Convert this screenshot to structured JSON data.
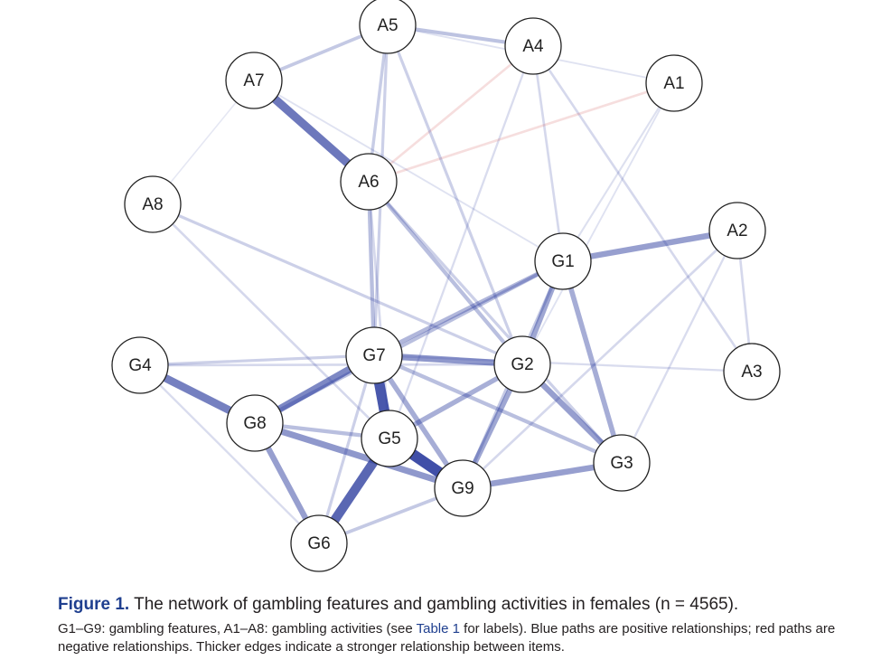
{
  "nodes": [
    {
      "id": "A5",
      "label": "A5"
    },
    {
      "id": "A4",
      "label": "A4"
    },
    {
      "id": "A1",
      "label": "A1"
    },
    {
      "id": "A7",
      "label": "A7"
    },
    {
      "id": "A6",
      "label": "A6"
    },
    {
      "id": "A8",
      "label": "A8"
    },
    {
      "id": "A2",
      "label": "A2"
    },
    {
      "id": "G1",
      "label": "G1"
    },
    {
      "id": "G4",
      "label": "G4"
    },
    {
      "id": "G7",
      "label": "G7"
    },
    {
      "id": "G2",
      "label": "G2"
    },
    {
      "id": "A3",
      "label": "A3"
    },
    {
      "id": "G8",
      "label": "G8"
    },
    {
      "id": "G5",
      "label": "G5"
    },
    {
      "id": "G3",
      "label": "G3"
    },
    {
      "id": "G9",
      "label": "G9"
    },
    {
      "id": "G6",
      "label": "G6"
    }
  ],
  "edges": [
    {
      "source": "G5",
      "target": "G9",
      "sign": "positive",
      "strength": 1.0
    },
    {
      "source": "G7",
      "target": "G5",
      "sign": "positive",
      "strength": 0.95
    },
    {
      "source": "G5",
      "target": "G6",
      "sign": "positive",
      "strength": 0.85
    },
    {
      "source": "A7",
      "target": "A6",
      "sign": "positive",
      "strength": 0.75
    },
    {
      "source": "G4",
      "target": "G8",
      "sign": "positive",
      "strength": 0.7
    },
    {
      "source": "G8",
      "target": "G7",
      "sign": "positive",
      "strength": 0.65
    },
    {
      "source": "G8",
      "target": "G9",
      "sign": "positive",
      "strength": 0.55
    },
    {
      "source": "G8",
      "target": "G6",
      "sign": "positive",
      "strength": 0.5
    },
    {
      "source": "G7",
      "target": "G2",
      "sign": "positive",
      "strength": 0.55
    },
    {
      "source": "G2",
      "target": "G3",
      "sign": "positive",
      "strength": 0.5
    },
    {
      "source": "G3",
      "target": "G9",
      "sign": "positive",
      "strength": 0.5
    },
    {
      "source": "G1",
      "target": "A2",
      "sign": "positive",
      "strength": 0.5
    },
    {
      "source": "G1",
      "target": "G2",
      "sign": "positive",
      "strength": 0.45
    },
    {
      "source": "G1",
      "target": "G3",
      "sign": "positive",
      "strength": 0.42
    },
    {
      "source": "G2",
      "target": "G9",
      "sign": "positive",
      "strength": 0.45
    },
    {
      "source": "G7",
      "target": "G9",
      "sign": "positive",
      "strength": 0.42
    },
    {
      "source": "G5",
      "target": "G2",
      "sign": "positive",
      "strength": 0.4
    },
    {
      "source": "G7",
      "target": "G1",
      "sign": "positive",
      "strength": 0.35
    },
    {
      "source": "A6",
      "target": "G2",
      "sign": "positive",
      "strength": 0.3
    },
    {
      "source": "A6",
      "target": "G7",
      "sign": "positive",
      "strength": 0.3
    },
    {
      "source": "A7",
      "target": "A5",
      "sign": "positive",
      "strength": 0.25
    },
    {
      "source": "A5",
      "target": "A4",
      "sign": "positive",
      "strength": 0.28
    },
    {
      "source": "A5",
      "target": "A6",
      "sign": "positive",
      "strength": 0.22
    },
    {
      "source": "A5",
      "target": "G7",
      "sign": "positive",
      "strength": 0.2
    },
    {
      "source": "A5",
      "target": "G2",
      "sign": "positive",
      "strength": 0.2
    },
    {
      "source": "A4",
      "target": "G1",
      "sign": "positive",
      "strength": 0.15
    },
    {
      "source": "A4",
      "target": "A3",
      "sign": "positive",
      "strength": 0.15
    },
    {
      "source": "A4",
      "target": "G5",
      "sign": "positive",
      "strength": 0.12
    },
    {
      "source": "A1",
      "target": "G1",
      "sign": "positive",
      "strength": 0.1
    },
    {
      "source": "A1",
      "target": "G2",
      "sign": "positive",
      "strength": 0.08
    },
    {
      "source": "A2",
      "target": "A3",
      "sign": "positive",
      "strength": 0.15
    },
    {
      "source": "A2",
      "target": "G9",
      "sign": "positive",
      "strength": 0.15
    },
    {
      "source": "A2",
      "target": "G3",
      "sign": "positive",
      "strength": 0.12
    },
    {
      "source": "A3",
      "target": "G7",
      "sign": "positive",
      "strength": 0.12
    },
    {
      "source": "A8",
      "target": "G2",
      "sign": "positive",
      "strength": 0.2
    },
    {
      "source": "A8",
      "target": "G5",
      "sign": "positive",
      "strength": 0.15
    },
    {
      "source": "G4",
      "target": "G7",
      "sign": "positive",
      "strength": 0.2
    },
    {
      "source": "G4",
      "target": "G2",
      "sign": "positive",
      "strength": 0.15
    },
    {
      "source": "G4",
      "target": "G6",
      "sign": "positive",
      "strength": 0.12
    },
    {
      "source": "G8",
      "target": "G5",
      "sign": "positive",
      "strength": 0.3
    },
    {
      "source": "G6",
      "target": "G9",
      "sign": "positive",
      "strength": 0.25
    },
    {
      "source": "G6",
      "target": "G7",
      "sign": "positive",
      "strength": 0.2
    },
    {
      "source": "G1",
      "target": "G8",
      "sign": "positive",
      "strength": 0.3
    },
    {
      "source": "G1",
      "target": "G9",
      "sign": "positive",
      "strength": 0.25
    },
    {
      "source": "G7",
      "target": "G3",
      "sign": "positive",
      "strength": 0.3
    },
    {
      "source": "A6",
      "target": "G3",
      "sign": "positive",
      "strength": 0.2
    },
    {
      "source": "A6",
      "target": "G5",
      "sign": "positive",
      "strength": 0.15
    },
    {
      "source": "A7",
      "target": "G1",
      "sign": "positive",
      "strength": 0.08
    },
    {
      "source": "A6",
      "target": "A1",
      "sign": "negative",
      "strength": 0.15
    },
    {
      "source": "A4",
      "target": "A6",
      "sign": "negative",
      "strength": 0.15
    },
    {
      "source": "A5",
      "target": "A1",
      "sign": "positive",
      "strength": 0.08
    },
    {
      "source": "A8",
      "target": "A7",
      "sign": "positive",
      "strength": 0.05
    }
  ],
  "colors": {
    "positive": "#2b3c9e",
    "negative": "#d45a5a",
    "node_fill": "#ffffff",
    "node_stroke": "#222222",
    "caption_accent": "#1f3f8f"
  },
  "caption": {
    "figure_label": "Figure 1.",
    "title": " The network of gambling features and gambling activities in females (n = 4565).",
    "subtitle_before_link": "G1–G9: gambling features, A1–A8: gambling activities (see ",
    "subtitle_link": "Table 1",
    "subtitle_after_link": " for labels). Blue paths are positive relationships; red paths are negative relationships. Thicker edges indicate a stronger relationship between items."
  }
}
